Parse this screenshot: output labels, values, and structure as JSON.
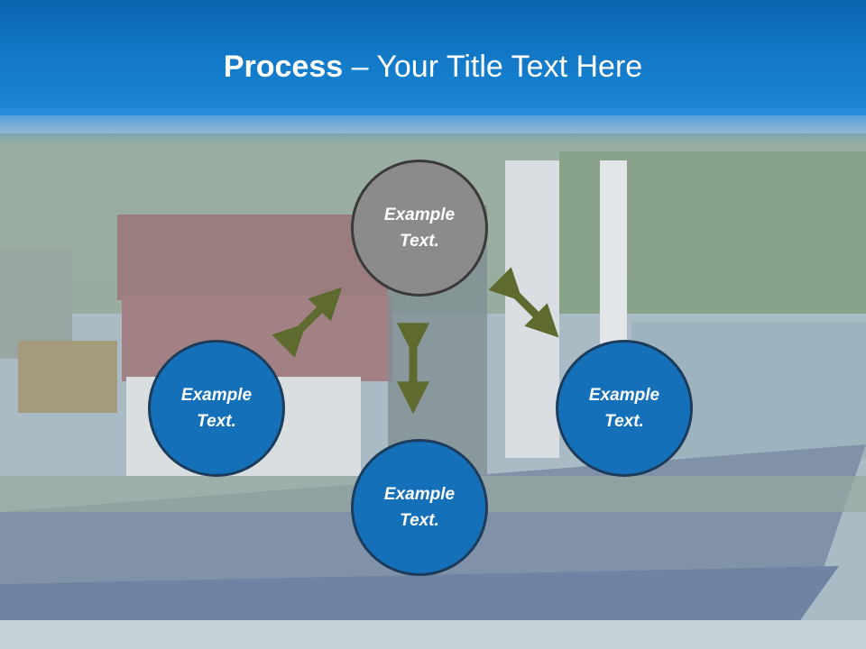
{
  "slide": {
    "title_bold": "Process",
    "title_rest": " – Your Title Text Here",
    "nodes": [
      {
        "label": "Example Text."
      },
      {
        "label": "Example Text."
      },
      {
        "label": "Example Text."
      },
      {
        "label": "Example Text."
      }
    ]
  },
  "colors": {
    "header_blue": "#1277c6",
    "node_blue": "#1470b8",
    "node_gray": "#8b8b8b",
    "arrow_olive": "#5f6a2e"
  }
}
